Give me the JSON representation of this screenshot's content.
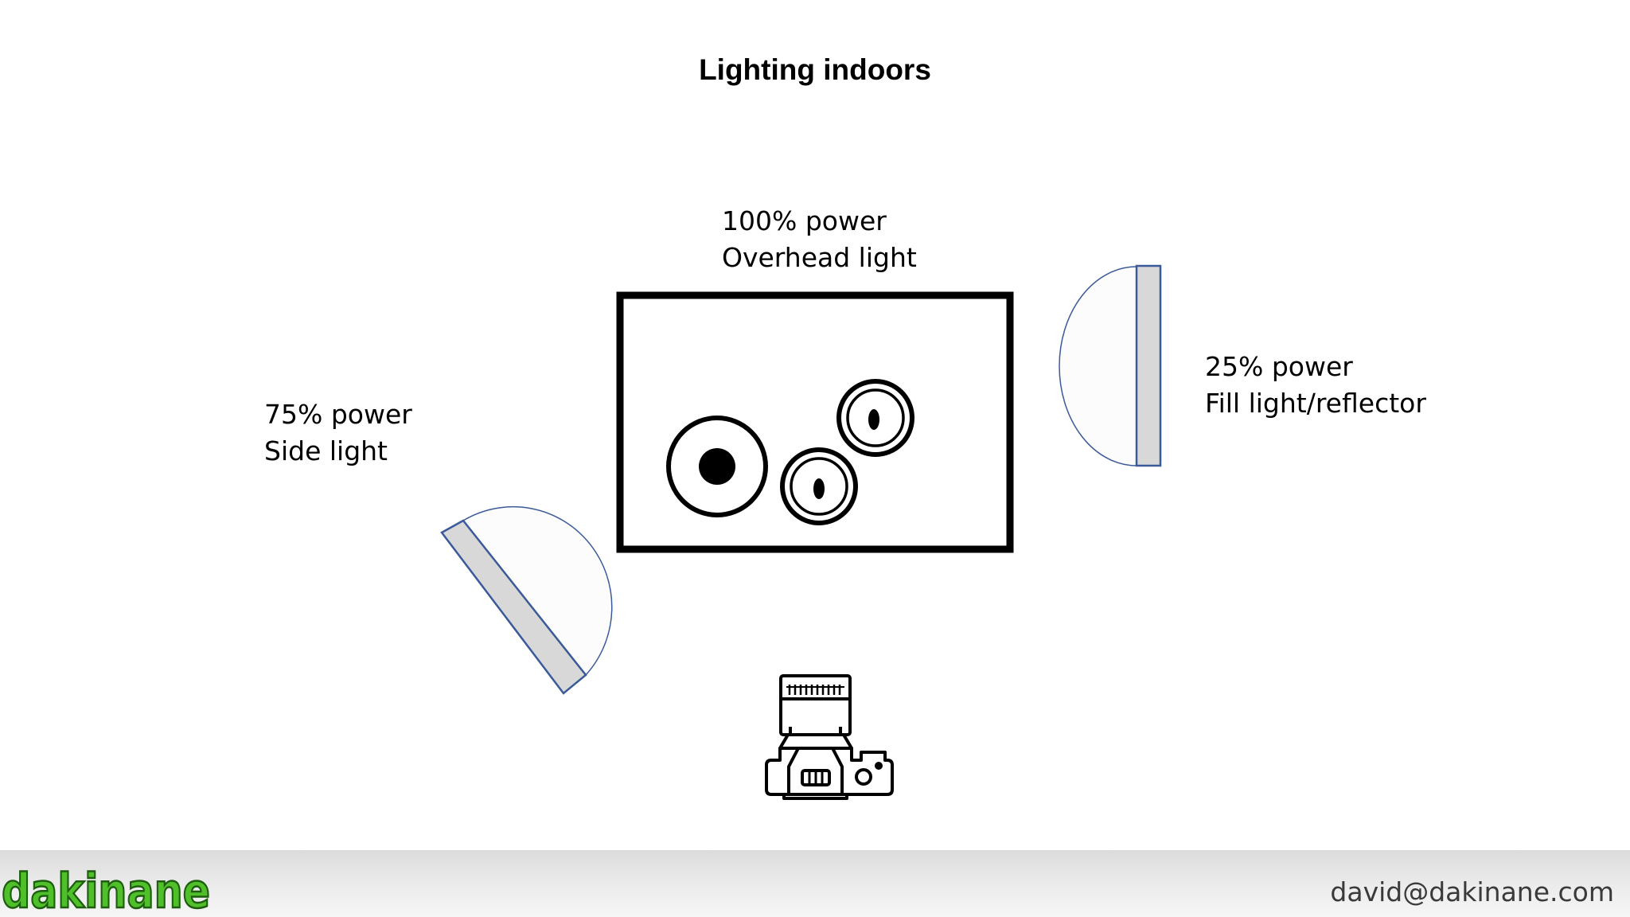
{
  "title": "Lighting indoors",
  "lights": {
    "overhead": {
      "line1": "100% power",
      "line2": "Overhead light"
    },
    "side": {
      "line1": "75% power",
      "line2": "Side light"
    },
    "fill": {
      "line1": "25% power",
      "line2": "Fill light/reflector"
    }
  },
  "footer": {
    "logo_text": "dakinane",
    "email": "david@dakinane.com"
  },
  "colors": {
    "softbox_outline": "#3b5a9a",
    "softbox_fill": "#d8d8d8",
    "logo_green": "#4fc02a",
    "logo_outline": "#1f5e10"
  },
  "icons": {
    "camera": "camera-icon",
    "subject": "subject-table-icon"
  }
}
